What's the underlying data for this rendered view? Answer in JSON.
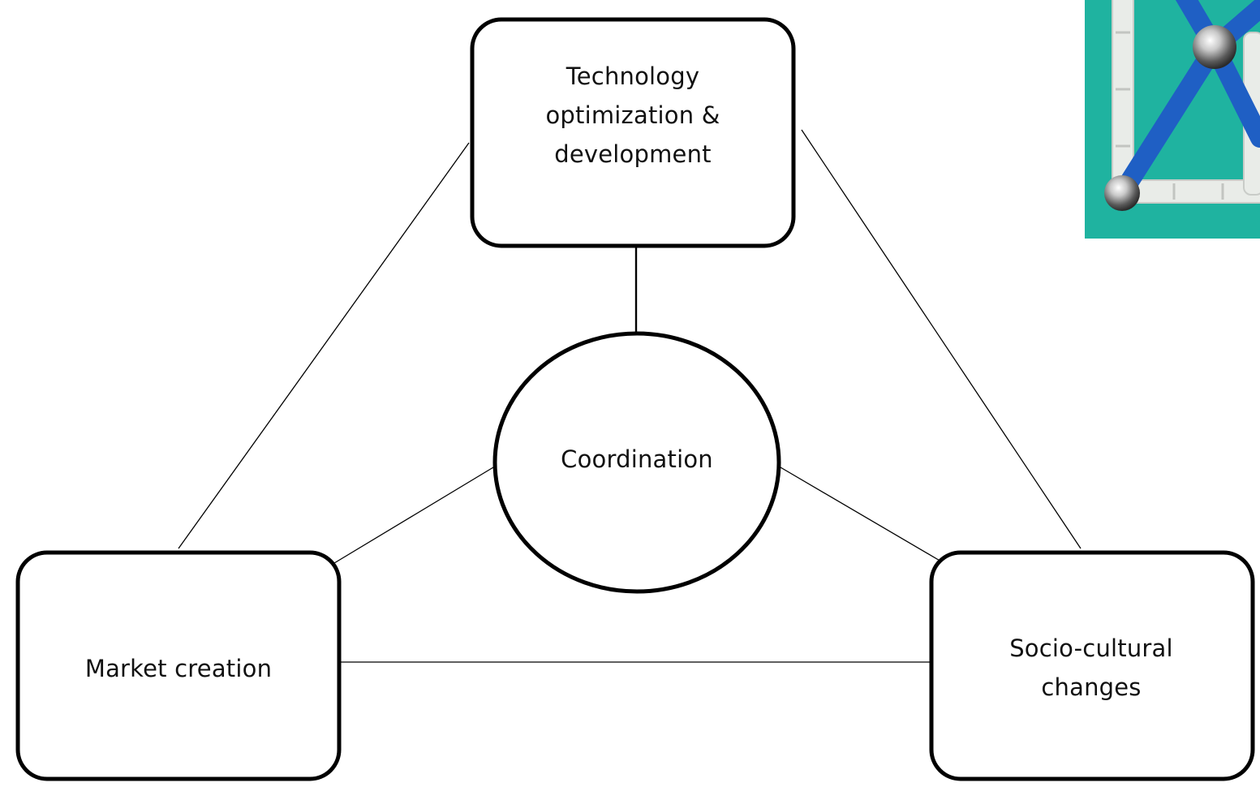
{
  "diagram": {
    "nodes": {
      "technology": {
        "label": "Technology\noptimization &\ndevelopment",
        "shape": "rounded-rectangle"
      },
      "coordination": {
        "label": "Coordination",
        "shape": "ellipse"
      },
      "market": {
        "label": "Market creation",
        "shape": "rounded-rectangle"
      },
      "socio": {
        "label": "Socio-cultural\nchanges",
        "shape": "rounded-rectangle"
      }
    },
    "edges": [
      {
        "from": "technology",
        "to": "coordination"
      },
      {
        "from": "coordination",
        "to": "market"
      },
      {
        "from": "coordination",
        "to": "socio"
      },
      {
        "from": "technology",
        "to": "market"
      },
      {
        "from": "technology",
        "to": "socio"
      },
      {
        "from": "market",
        "to": "socio"
      }
    ]
  },
  "photo": {
    "icon": "magnetic-construction-toy-photo",
    "colors": {
      "background": "#1fb3a0",
      "rod_blue": "#1f5fc4",
      "rod_white": "#e9ece8",
      "ball": "#9a9a9a"
    }
  }
}
